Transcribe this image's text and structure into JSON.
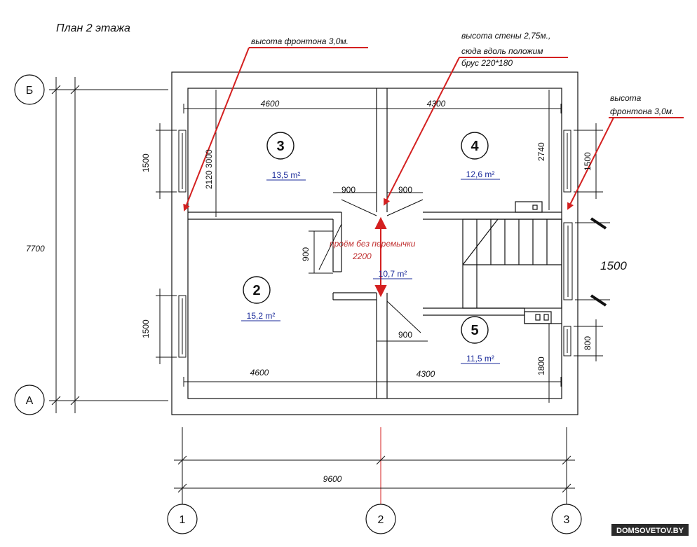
{
  "title": "План 2 этажа",
  "notes": {
    "gable_left": "высота фронтона 3,0м.",
    "wall_line1": "высота стены 2,75м.,",
    "wall_line2": "сюда вдоль положим",
    "wall_line3": "брус 220*180",
    "gable_right_line1": "высота",
    "gable_right_line2": "фронтона 3,0м.",
    "opening_line1": "проём без перемычки",
    "opening_line2": "2200"
  },
  "rooms": [
    {
      "num": "3",
      "area": "13,5 m²"
    },
    {
      "num": "4",
      "area": "12,6 m²"
    },
    {
      "num": "2",
      "area": "15,2 m²"
    },
    {
      "num": "5",
      "area": "11,5 m²"
    },
    {
      "num": "",
      "area": "10,7 m²"
    }
  ],
  "dims": {
    "top_left": "4600",
    "top_right": "4300",
    "bottom_left": "4600",
    "bottom_right": "4300",
    "overall_width": "9600",
    "overall_height": "7700",
    "win_left_top": "1500",
    "win_left_bottom": "1500",
    "room3_depth": "2120",
    "room3_depth_b": "3000",
    "door_left_top": "900",
    "door_right_top": "900",
    "door_hall": "900",
    "door_bottom": "900",
    "room4_depth": "2740",
    "win_right_top": "1500",
    "stair_window": "1500",
    "win_right_bottom": "800",
    "room5_depth": "1800"
  },
  "axes": {
    "row_top": "Б",
    "row_bottom": "А",
    "col1": "1",
    "col2": "2",
    "col3": "3"
  },
  "watermark": "DOMSOVETOV.BY",
  "colors": {
    "lines": "#111111",
    "annotation_red": "#d42020",
    "area_text": "#1a2a9a",
    "watermark_bg": "#2b2b2b"
  }
}
